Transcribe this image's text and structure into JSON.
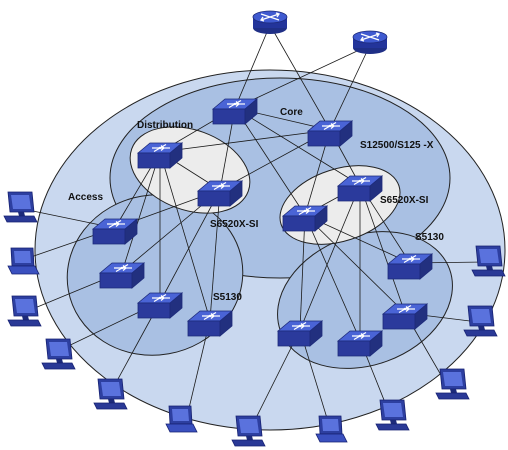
{
  "labels": {
    "core": "Core",
    "distribution": "Distribution",
    "access": "Access",
    "core_model": "S12500/S125 -X",
    "dist_model_left": "S6520X-SI",
    "dist_model_right": "S6520X-SI",
    "access_model_left": "S5130",
    "access_model_right": "S5130"
  },
  "colors": {
    "outer_zone": "#c9d8ef",
    "inner_zone": "#a9c0e3",
    "pair_zone": "#ececec",
    "switch_top": "#3f57c9",
    "switch_body": "#2b3a9c",
    "router": "#2d46b5",
    "link": "#1a1a1a"
  },
  "devices": {
    "routers": [
      "router-icon",
      "router-icon"
    ],
    "core_switches": [
      "switch-icon",
      "switch-icon"
    ],
    "distribution_switches": [
      "switch-icon",
      "switch-icon",
      "switch-icon",
      "switch-icon"
    ],
    "access_switches": [
      "switch-icon",
      "switch-icon",
      "switch-icon",
      "switch-icon",
      "switch-icon",
      "switch-icon",
      "switch-icon",
      "switch-icon"
    ],
    "endpoints": [
      "desktop-icon",
      "laptop-icon",
      "desktop-icon",
      "desktop-icon",
      "desktop-icon",
      "laptop-icon",
      "desktop-icon",
      "laptop-icon",
      "desktop-icon",
      "desktop-icon",
      "desktop-icon",
      "desktop-icon",
      "desktop-icon"
    ]
  }
}
